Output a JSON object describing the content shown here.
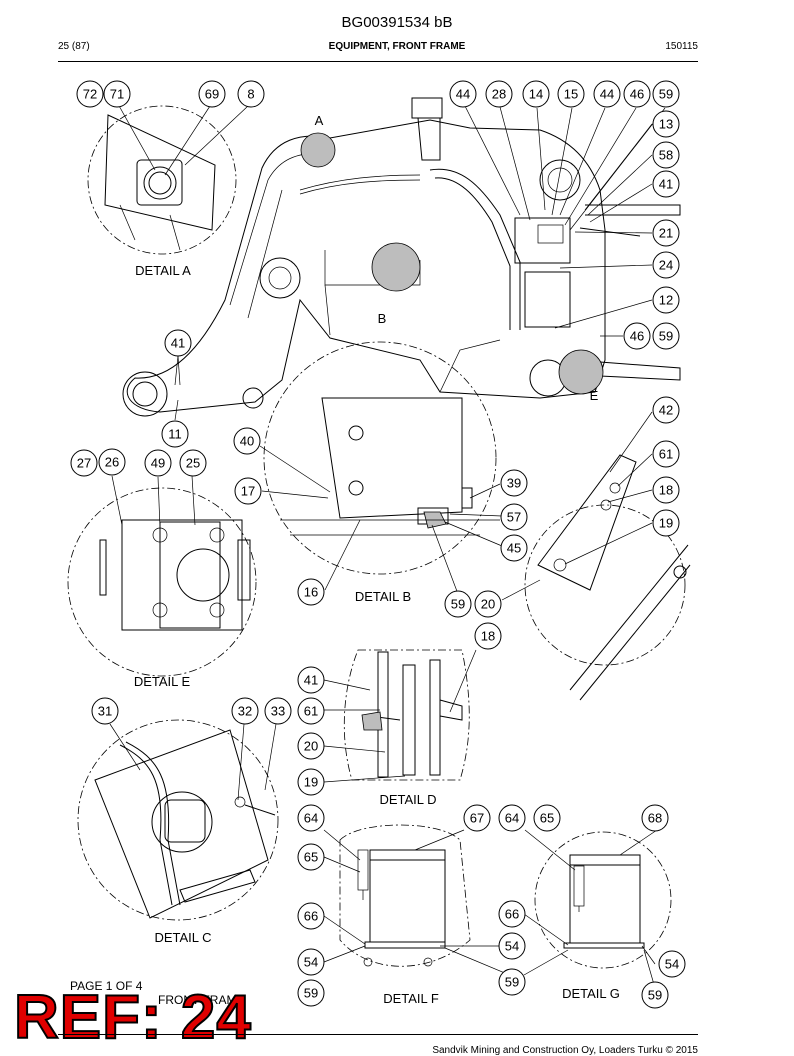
{
  "document": {
    "id": "BG00391534 bB",
    "page": "25 (87)",
    "title": "EQUIPMENT, FRONT FRAME",
    "date_code": "150115"
  },
  "details": {
    "a": "DETAIL A",
    "b": "DETAIL B",
    "c": "DETAIL C",
    "d": "DETAIL D",
    "e": "DETAIL E",
    "f": "DETAIL F",
    "g": "DETAIL G"
  },
  "view_letters": {
    "a": "A",
    "b": "B",
    "e": "E"
  },
  "callouts": [
    "72",
    "71",
    "69",
    "8",
    "44",
    "28",
    "14",
    "15",
    "44",
    "46",
    "59",
    "13",
    "58",
    "41",
    "21",
    "24",
    "12",
    "46",
    "59",
    "41",
    "11",
    "42",
    "61",
    "18",
    "19",
    "40",
    "17",
    "39",
    "57",
    "45",
    "16",
    "59",
    "20",
    "27",
    "26",
    "49",
    "25",
    "18",
    "41",
    "61",
    "20",
    "19",
    "31",
    "32",
    "33",
    "64",
    "67",
    "64",
    "65",
    "68",
    "65",
    "66",
    "66",
    "54",
    "54",
    "54",
    "59",
    "59",
    "59"
  ],
  "page_note": {
    "line1": "PAGE 1 OF 4",
    "line2": "FRONT FRAME"
  },
  "ref_stamp": "REF: 24",
  "footer": "Sandvik Mining and Construction Oy, Loaders Turku © 2015"
}
